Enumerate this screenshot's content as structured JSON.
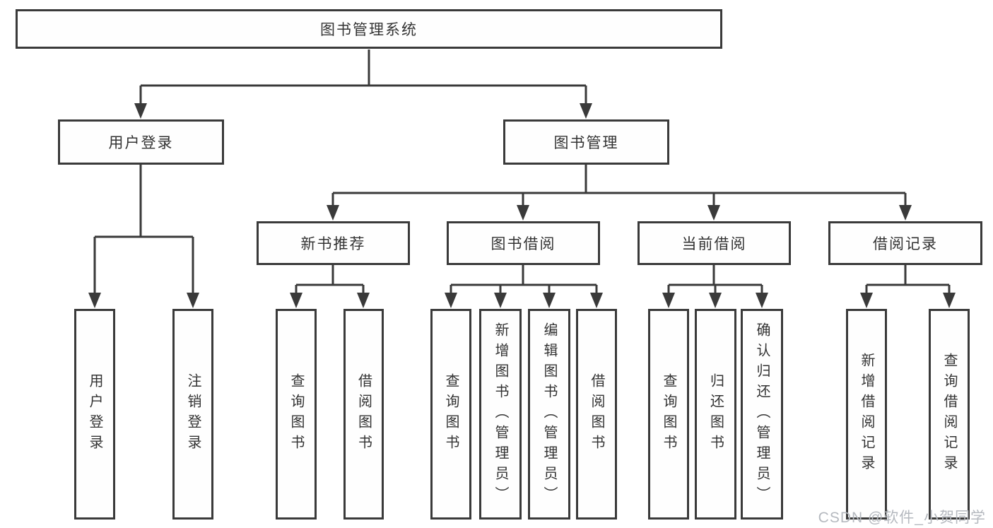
{
  "diagram_title": "图书管理系统",
  "tree": {
    "label": "图书管理系统",
    "children": [
      {
        "label": "用户登录",
        "children": [
          {
            "label": "用户登录"
          },
          {
            "label": "注销登录"
          }
        ]
      },
      {
        "label": "图书管理",
        "children": [
          {
            "label": "新书推荐",
            "children": [
              {
                "label": "查询图书"
              },
              {
                "label": "借阅图书"
              }
            ]
          },
          {
            "label": "图书借阅",
            "children": [
              {
                "label": "查询图书"
              },
              {
                "label": "新增图书（管理员）"
              },
              {
                "label": "编辑图书（管理员）"
              },
              {
                "label": "借阅图书"
              }
            ]
          },
          {
            "label": "当前借阅",
            "children": [
              {
                "label": "查询图书"
              },
              {
                "label": "归还图书"
              },
              {
                "label": "确认归还（管理员）"
              }
            ]
          },
          {
            "label": "借阅记录",
            "children": [
              {
                "label": "新增借阅记录"
              },
              {
                "label": "查询借阅记录"
              }
            ]
          }
        ]
      }
    ]
  },
  "watermark": {
    "text": "CSDN @软件_小贺同学"
  },
  "colors": {
    "line": "#3a3a3a",
    "text": "#333333",
    "box_background": "#fefefe",
    "watermark": "#b5b9bf",
    "background": "#ffffff"
  }
}
